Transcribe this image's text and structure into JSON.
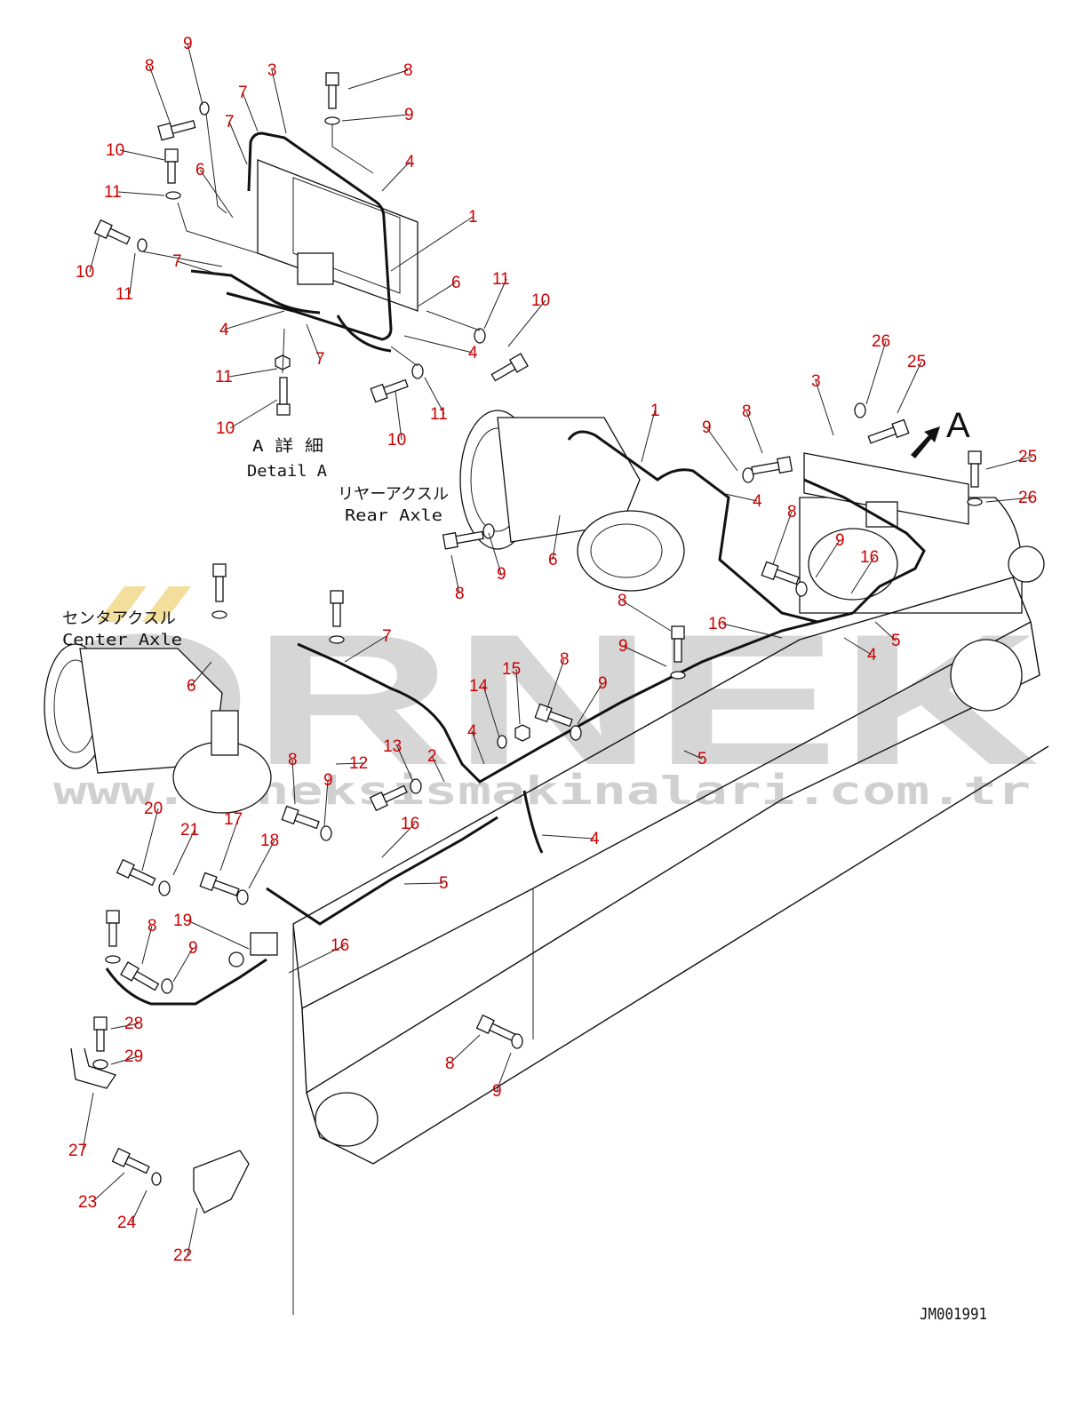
{
  "watermark": {
    "brand": "ORNEK",
    "url": "www.orneksismakinalari.com.tr"
  },
  "detail_a": {
    "line1": "A 詳 細",
    "line2": "Detail A"
  },
  "rear_axle": {
    "jp": "リヤーアクスル",
    "en": "Rear Axle"
  },
  "center_axle": {
    "jp": "センタアクスル",
    "en": "Center Axle"
  },
  "view_marker": "A",
  "drawing_code": "JM001991",
  "callouts": [
    {
      "text": "9"
    },
    {
      "text": "8"
    },
    {
      "text": "3"
    },
    {
      "text": "8"
    },
    {
      "text": "7"
    },
    {
      "text": "9"
    },
    {
      "text": "7"
    },
    {
      "text": "10"
    },
    {
      "text": "4"
    },
    {
      "text": "6"
    },
    {
      "text": "11"
    },
    {
      "text": "1"
    },
    {
      "text": "10"
    },
    {
      "text": "11"
    },
    {
      "text": "7"
    },
    {
      "text": "6"
    },
    {
      "text": "11"
    },
    {
      "text": "10"
    },
    {
      "text": "4"
    },
    {
      "text": "4"
    },
    {
      "text": "7"
    },
    {
      "text": "11"
    },
    {
      "text": "10"
    },
    {
      "text": "11"
    },
    {
      "text": "10"
    },
    {
      "text": "26"
    },
    {
      "text": "3"
    },
    {
      "text": "25"
    },
    {
      "text": "1"
    },
    {
      "text": "8"
    },
    {
      "text": "9"
    },
    {
      "text": "25"
    },
    {
      "text": "4"
    },
    {
      "text": "26"
    },
    {
      "text": "6"
    },
    {
      "text": "8"
    },
    {
      "text": "9"
    },
    {
      "text": "9"
    },
    {
      "text": "16"
    },
    {
      "text": "8"
    },
    {
      "text": "8"
    },
    {
      "text": "16"
    },
    {
      "text": "5"
    },
    {
      "text": "4"
    },
    {
      "text": "7"
    },
    {
      "text": "9"
    },
    {
      "text": "8"
    },
    {
      "text": "15"
    },
    {
      "text": "14"
    },
    {
      "text": "9"
    },
    {
      "text": "4"
    },
    {
      "text": "5"
    },
    {
      "text": "6"
    },
    {
      "text": "13"
    },
    {
      "text": "2"
    },
    {
      "text": "8"
    },
    {
      "text": "12"
    },
    {
      "text": "9"
    },
    {
      "text": "4"
    },
    {
      "text": "16"
    },
    {
      "text": "20"
    },
    {
      "text": "21"
    },
    {
      "text": "17"
    },
    {
      "text": "18"
    },
    {
      "text": "5"
    },
    {
      "text": "19"
    },
    {
      "text": "8"
    },
    {
      "text": "16"
    },
    {
      "text": "9"
    },
    {
      "text": "28"
    },
    {
      "text": "29"
    },
    {
      "text": "8"
    },
    {
      "text": "9"
    },
    {
      "text": "27"
    },
    {
      "text": "23"
    },
    {
      "text": "24"
    },
    {
      "text": "22"
    }
  ]
}
